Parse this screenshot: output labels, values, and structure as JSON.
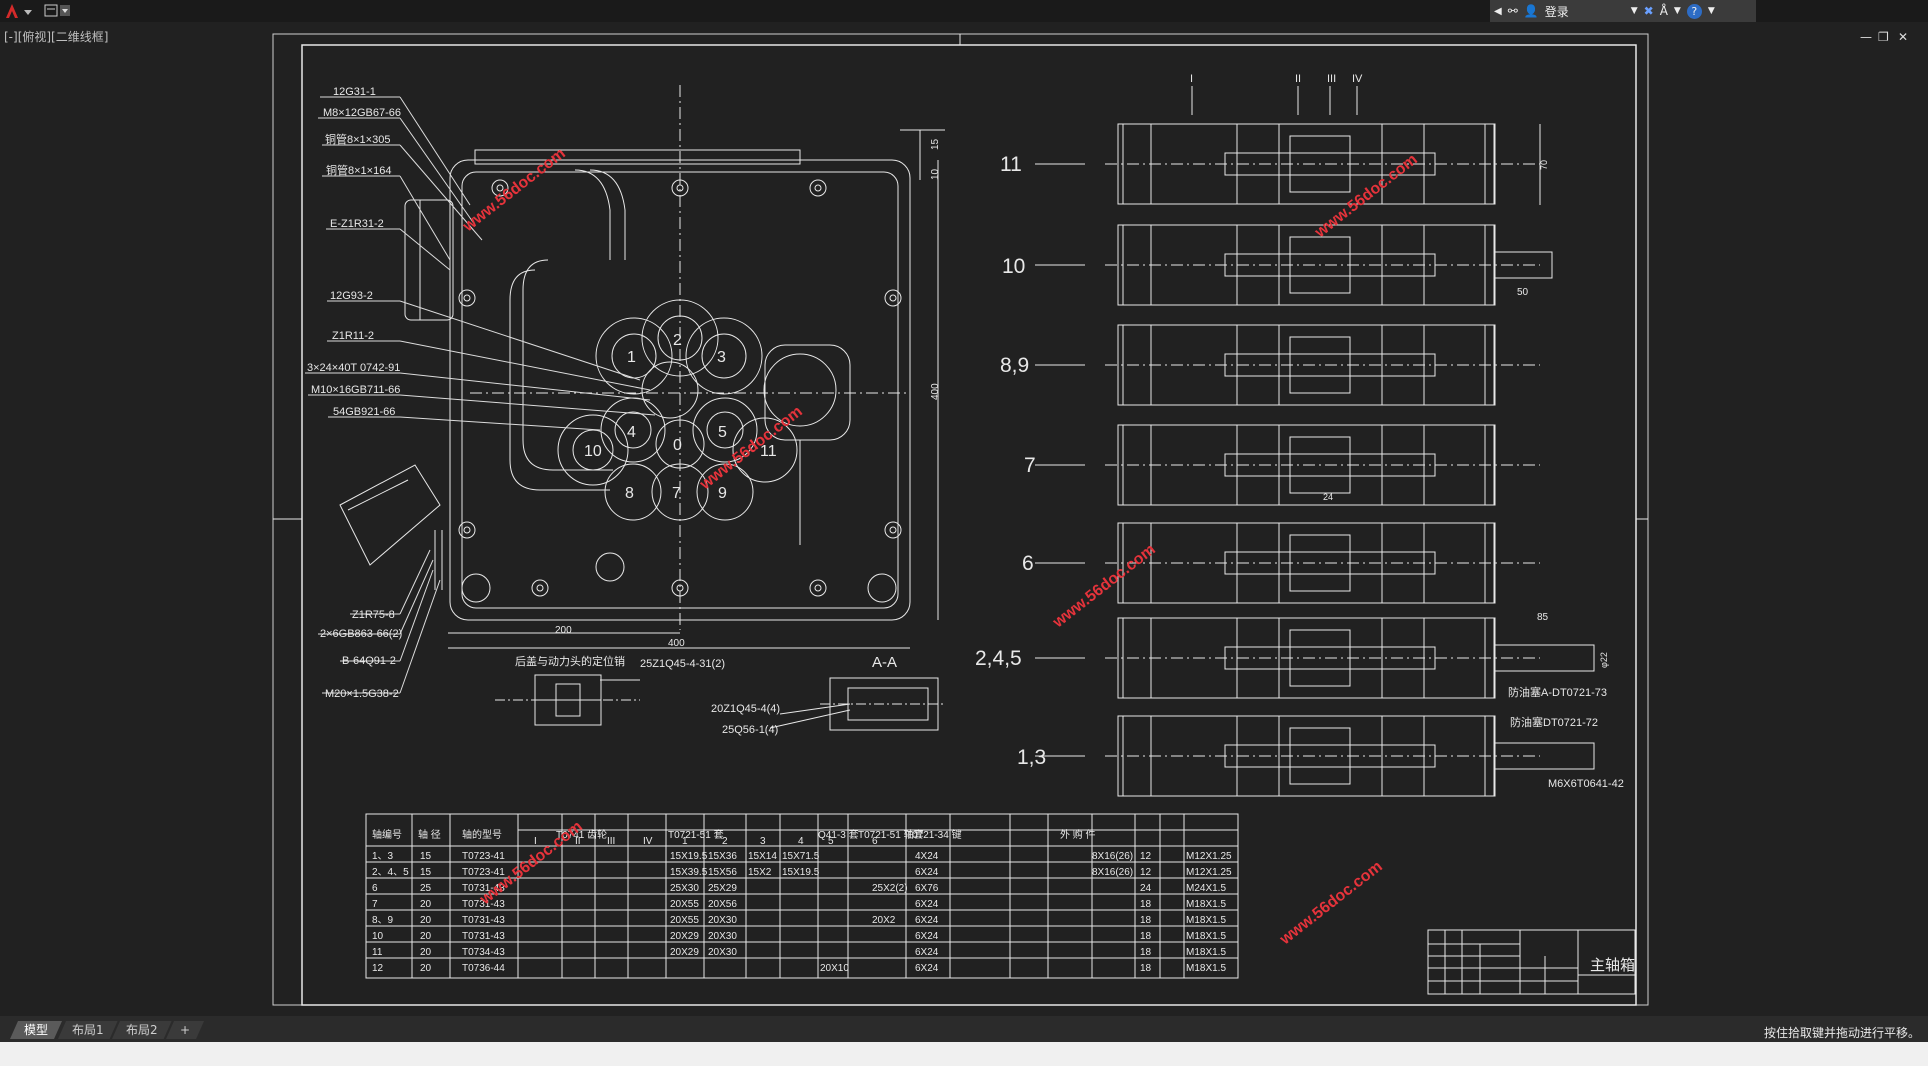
{
  "window": {
    "viewport_label": "[-][俯视][二维线框]",
    "login_label": "登录",
    "help_label": "?",
    "minimize": "—",
    "restore": "❐",
    "close": "✕"
  },
  "tabs": [
    {
      "label": "模型",
      "active": true
    },
    {
      "label": "布局1",
      "active": false
    },
    {
      "label": "布局2",
      "active": false
    },
    {
      "label": "+",
      "active": false
    }
  ],
  "status_text": "按住拾取键并拖动进行平移。",
  "drawing": {
    "title": "主轴箱",
    "section_label": "A-A",
    "left_callouts": [
      "12G31-1",
      "M8×12GB67-66",
      "铜管8×1×305",
      "铜管8×1×164",
      "E-Z1R31-2",
      "12G93-2",
      "Z1R11-2",
      "3×24×40T 0742-91",
      "M10×16GB711-66",
      "54GB921-66",
      "Z1R75-8",
      "2×6GB863-66(2)",
      "B-64Q91-2",
      "M20×1.5G38-2"
    ],
    "bottom_notes": [
      "后盖与动力头的定位销",
      "25Z1Q45-4-31(2)",
      "20Z1Q45-4(4)",
      "25Q56-1(4)"
    ],
    "dims": {
      "d_200": "200",
      "d_400_h": "400",
      "d_400_v": "400",
      "d_10": "10",
      "d_15": "15",
      "d_50": "50",
      "d_85": "85",
      "d_70": "70",
      "d_24": "24",
      "d_phi22": "φ22"
    },
    "gear_numbers": [
      "1",
      "2",
      "3",
      "4",
      "5",
      "0",
      "8",
      "7",
      "9",
      "10",
      "11"
    ],
    "shaft_labels": [
      "11",
      "10",
      "8,9",
      "7",
      "6",
      "2,4,5",
      "1,3"
    ],
    "roman_labels": [
      "I",
      "II",
      "III",
      "IV"
    ],
    "right_notes": [
      "防油塞A-DT0721-73",
      "防油塞DT0721-72",
      "M6X6T0641-42"
    ],
    "watermark": "www.56doc.com",
    "table": {
      "header_top": [
        "轴编号",
        "轴 径",
        "轴的型号",
        "T0741 齿轮",
        "T0721-51 套",
        "Q41-3 套",
        "T0721-51 轴套",
        "T0721-34 键",
        "外  购  件"
      ],
      "header_sub": [
        "I",
        "II",
        "III",
        "IV",
        "1",
        "2",
        "3",
        "4",
        "5",
        "6"
      ],
      "rows": [
        [
          "1、3",
          "15",
          "T0723-41",
          "",
          "",
          "",
          "",
          "15X19.5",
          "15X36",
          "15X14",
          "15X71.5",
          "",
          "",
          "4X24",
          "",
          "",
          "",
          "8X16(26)",
          "12",
          "M12X1.25"
        ],
        [
          "2、4、5",
          "15",
          "T0723-41",
          "",
          "",
          "",
          "",
          "15X39.5",
          "15X56",
          "15X2",
          "15X19.5",
          "",
          "",
          "6X24",
          "",
          "",
          "",
          "8X16(26)",
          "12",
          "M12X1.25"
        ],
        [
          "6",
          "25",
          "T0731-43",
          "",
          "",
          "",
          "",
          "25X30",
          "25X29",
          "",
          "",
          "",
          "25X2(2)",
          "6X76",
          "",
          "",
          "",
          "",
          "24",
          "M24X1.5"
        ],
        [
          "7",
          "20",
          "T0731-43",
          "",
          "",
          "",
          "",
          "20X55",
          "20X56",
          "",
          "",
          "",
          "",
          "6X24",
          "",
          "",
          "",
          "",
          "18",
          "M18X1.5"
        ],
        [
          "8、9",
          "20",
          "T0731-43",
          "",
          "",
          "",
          "",
          "20X55",
          "20X30",
          "",
          "",
          "",
          "20X2",
          "6X24",
          "",
          "",
          "",
          "",
          "18",
          "M18X1.5"
        ],
        [
          "10",
          "20",
          "T0731-43",
          "",
          "",
          "",
          "",
          "20X29",
          "20X30",
          "",
          "",
          "",
          "",
          "6X24",
          "",
          "",
          "",
          "",
          "18",
          "M18X1.5"
        ],
        [
          "11",
          "20",
          "T0734-43",
          "",
          "",
          "",
          "",
          "20X29",
          "20X30",
          "",
          "",
          "",
          "",
          "6X24",
          "",
          "",
          "",
          "",
          "18",
          "M18X1.5"
        ],
        [
          "12",
          "20",
          "T0736-44",
          "",
          "",
          "",
          "",
          "",
          "",
          "",
          "",
          "20X10",
          "",
          "6X24",
          "",
          "",
          "",
          "",
          "18",
          "M18X1.5"
        ]
      ]
    }
  }
}
